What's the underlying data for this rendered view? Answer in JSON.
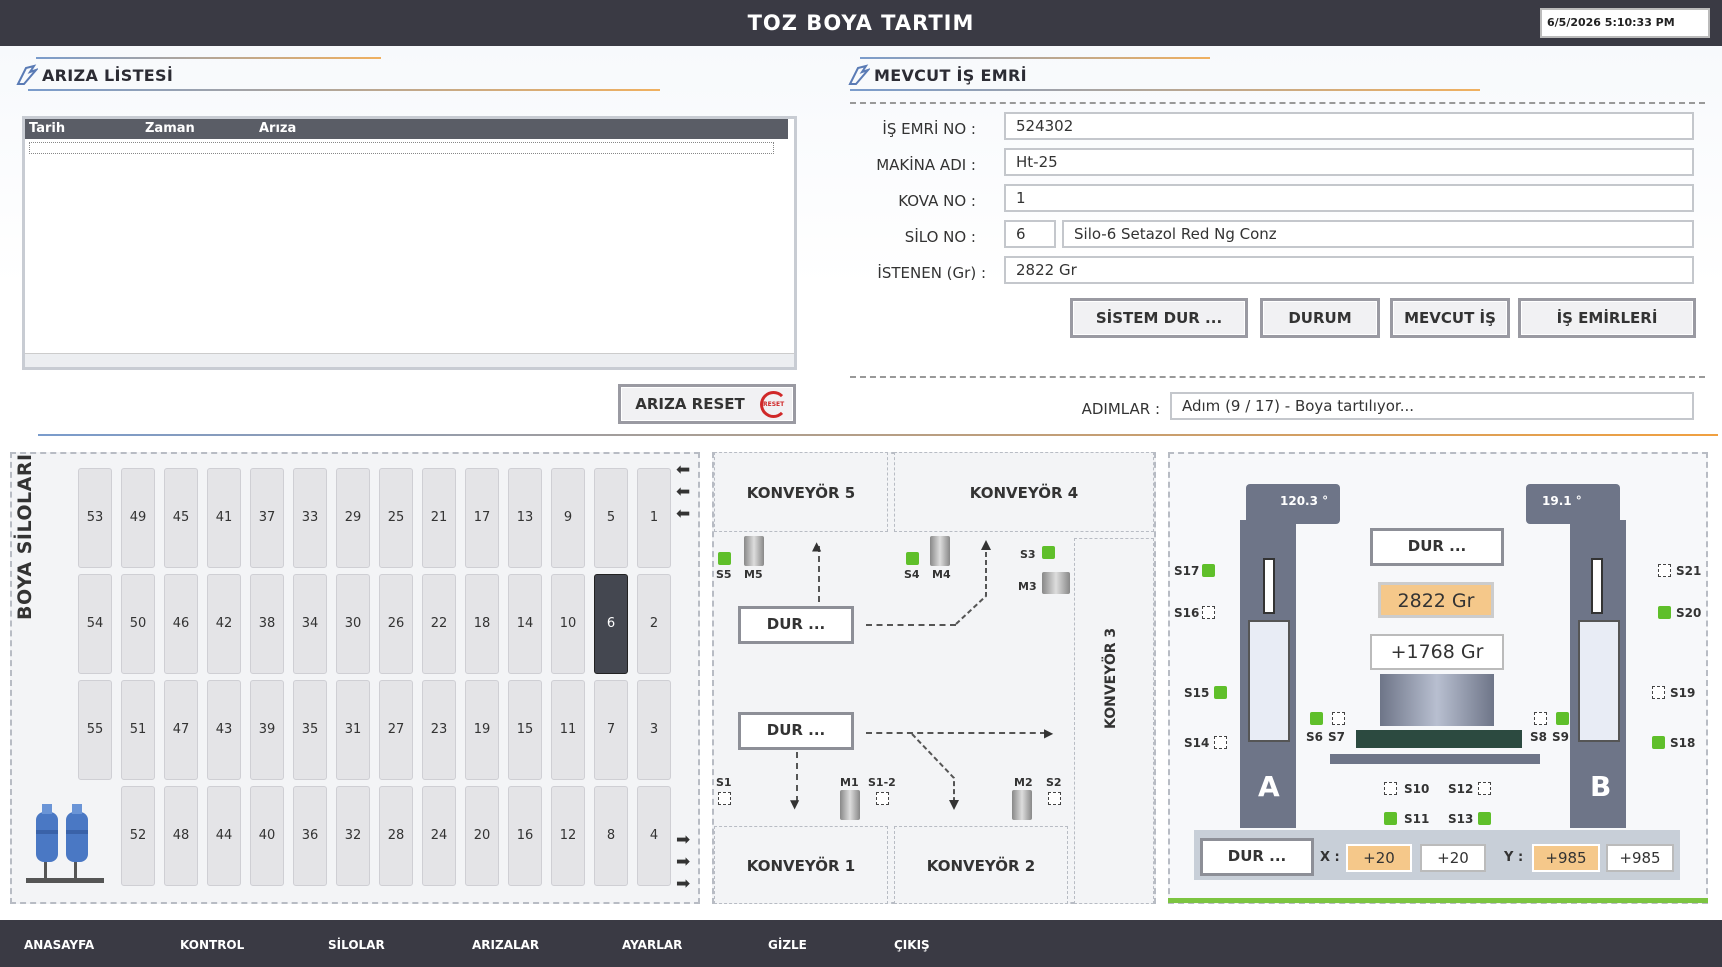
{
  "app": {
    "title": "TOZ BOYA TARTIM",
    "datetime": "6/5/2026 5:10:33 PM"
  },
  "faults": {
    "title": "ARIZA LİSTESİ",
    "columns": [
      "Tarih",
      "Zaman",
      "Arıza"
    ],
    "reset_label": "ARIZA RESET",
    "reset_icon_text": "RESET"
  },
  "job": {
    "title": "MEVCUT İŞ EMRİ",
    "order_no_label": "İŞ EMRİ NO :",
    "order_no": "524302",
    "machine_label": "MAKİNA ADI :",
    "machine": "Ht-25",
    "bucket_label": "KOVA NO :",
    "bucket": "1",
    "silo_label": "SİLO NO :",
    "silo_no": "6",
    "silo_name": "Silo-6 Setazol Red Ng Conz",
    "requested_label": "İSTENEN (Gr) :",
    "requested": "2822  Gr",
    "steps_label": "ADIMLAR  :",
    "steps": "Adım (9 / 17) - Boya tartılıyor...",
    "buttons": {
      "stop": "SİSTEM DUR ...",
      "status": "DURUM",
      "current": "MEVCUT İŞ",
      "orders": "İŞ EMİRLERİ"
    }
  },
  "silos": {
    "title": "BOYA SİLOLARI",
    "row1": [
      "53",
      "49",
      "45",
      "41",
      "37",
      "33",
      "29",
      "25",
      "21",
      "17",
      "13",
      "9",
      "5",
      "1"
    ],
    "row2": [
      "54",
      "50",
      "46",
      "42",
      "38",
      "34",
      "30",
      "26",
      "22",
      "18",
      "14",
      "10",
      "6",
      "2"
    ],
    "row3": [
      "55",
      "51",
      "47",
      "43",
      "39",
      "35",
      "31",
      "27",
      "23",
      "19",
      "15",
      "11",
      "7",
      "3"
    ],
    "row4": [
      "52",
      "48",
      "44",
      "40",
      "36",
      "32",
      "28",
      "24",
      "20",
      "16",
      "12",
      "8",
      "4"
    ],
    "active": "6"
  },
  "conveyors": {
    "k1": "KONVEYÖR 1",
    "k2": "KONVEYÖR 2",
    "k3": "KONVEYÖR 3",
    "k4": "KONVEYÖR 4",
    "k5": "KONVEYÖR 5",
    "dur_top": "DUR ...",
    "dur_bottom": "DUR ...",
    "labels": {
      "s5": "S5",
      "m5": "M5",
      "s4": "S4",
      "m4": "M4",
      "s3": "S3",
      "m3": "M3",
      "s1": "S1",
      "m1": "M1",
      "s12": "S1-2",
      "m2": "M2",
      "s2": "S2"
    }
  },
  "scale": {
    "dur_top": "DUR ...",
    "target": "2822  Gr",
    "current": "+1768  Gr",
    "temp_a": "120.3  °",
    "temp_b": "19.1  °",
    "station_a": "A",
    "station_b": "B",
    "dur_bottom": "DUR ...",
    "x_label": "X :",
    "x_set": "+20",
    "x_val": "+20",
    "y_label": "Y :",
    "y_set": "+985",
    "y_val": "+985",
    "sensors": {
      "s6": "S6",
      "s7": "S7",
      "s8": "S8",
      "s9": "S9",
      "s10": "S10",
      "s11": "S11",
      "s12": "S12",
      "s13": "S13",
      "s14": "S14",
      "s15": "S15",
      "s16": "S16",
      "s17": "S17",
      "s18": "S18",
      "s19": "S19",
      "s20": "S20",
      "s21": "S21"
    }
  },
  "nav": [
    "ANASAYFA",
    "KONTROL",
    "SİLOLAR",
    "ARIZALAR",
    "AYARLAR",
    "GİZLE",
    "ÇIKIŞ"
  ],
  "colors": {
    "header": "#3a3a44",
    "accent": "#f0a040",
    "active_green": "#5fbf2a",
    "orange_value": "#f5c88a"
  }
}
